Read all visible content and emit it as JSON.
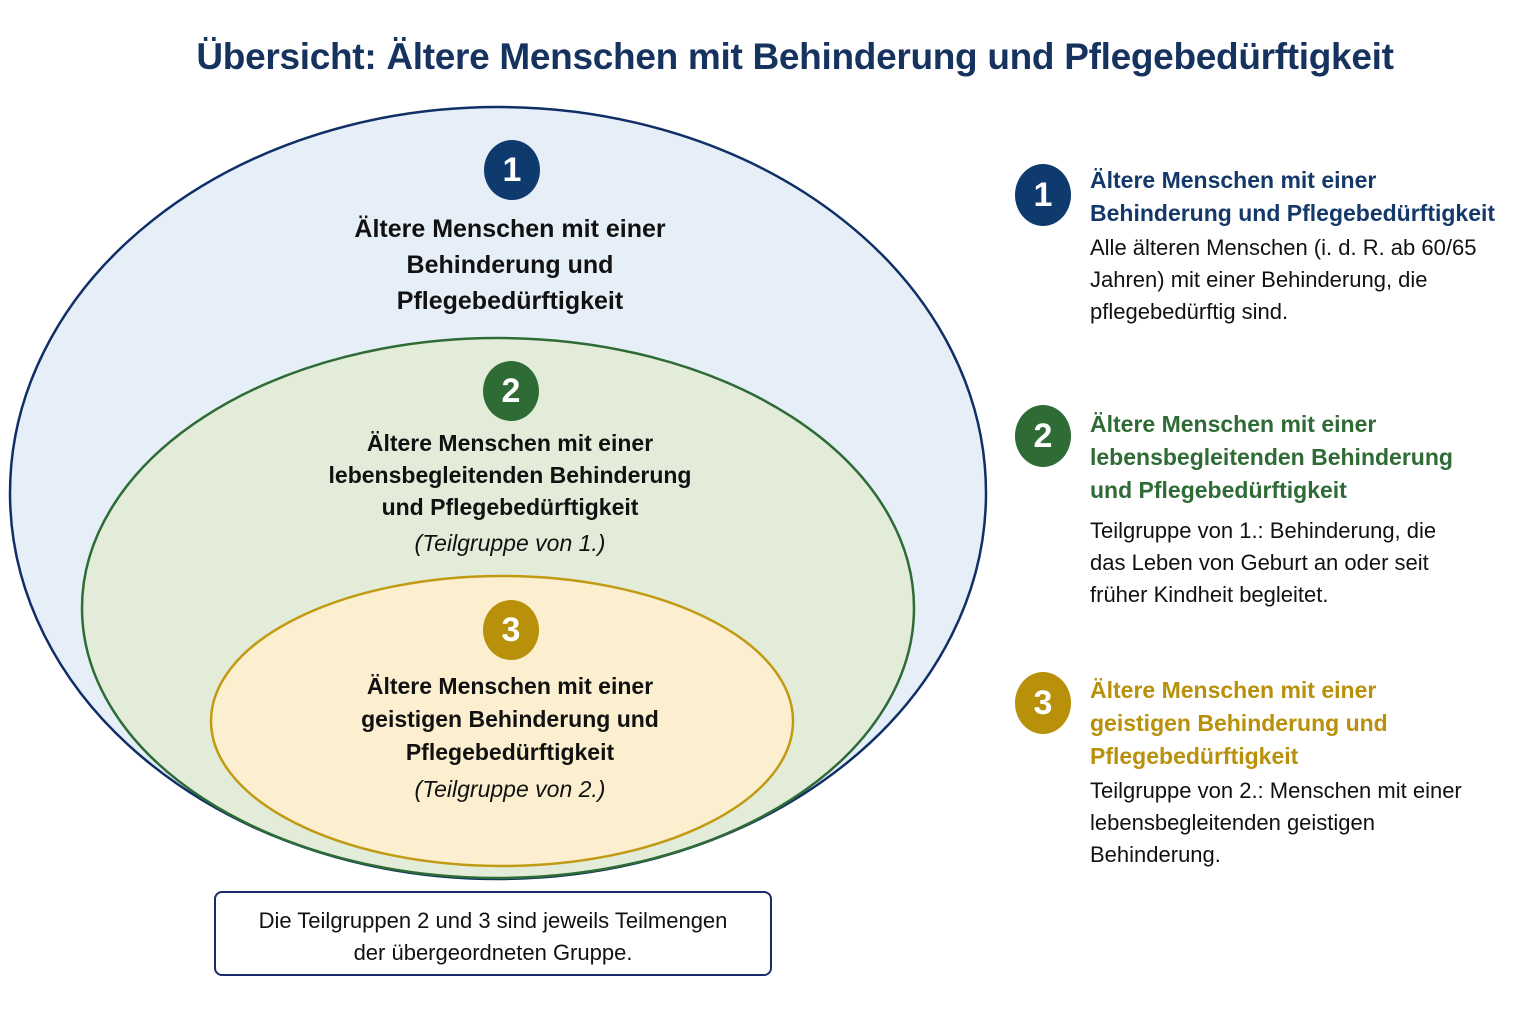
{
  "title": "Übersicht: Ältere Menschen mit Behinderung und Pflegebedürftigkeit",
  "colors": {
    "blue": "#0f3a6e",
    "green": "#2e6b35",
    "gold": "#b8900a",
    "blue_fill": "#e6eef8",
    "green_fill": "#e2ecd9",
    "gold_fill": "#fbefcf"
  },
  "groups": [
    {
      "number": "1",
      "title_lines": [
        "Ältere Menschen mit einer",
        "Behinderung und",
        "Pflegebedürftigkeit"
      ],
      "legend_title_lines": [
        "Ältere Menschen mit einer",
        "Behinderung und Pflegebedürftigkeit"
      ],
      "legend_desc_lines": [
        "Alle älteren Menschen (i. d. R. ab 60/65",
        "Jahren) mit einer Behinderung, die",
        "pflegebedürftig sind."
      ]
    },
    {
      "number": "2",
      "title_lines": [
        "Ältere Menschen mit einer",
        "lebensbegleitenden Behinderung",
        "und Pflegebedürftigkeit"
      ],
      "subset": "(Teilgruppe von 1.)",
      "legend_title_lines": [
        "Ältere Menschen mit einer",
        "lebensbegleitenden Behinderung",
        "und Pflegebedürftigkeit"
      ],
      "legend_desc_lines": [
        "Teilgruppe von 1.: Behinderung, die",
        "das Leben von Geburt an oder seit",
        "früher Kindheit begleitet."
      ]
    },
    {
      "number": "3",
      "title_lines": [
        "Ältere Menschen mit einer",
        "geistigen Behinderung und",
        "Pflegebedürftigkeit"
      ],
      "subset": "(Teilgruppe von 2.)",
      "legend_title_lines": [
        "Ältere Menschen mit einer",
        "geistigen Behinderung und",
        "Pflegebedürftigkeit"
      ],
      "legend_desc_lines": [
        "Teilgruppe von 2.: Menschen mit einer",
        "lebensbegleitenden geistigen",
        "Behinderung."
      ]
    }
  ],
  "note_lines": [
    "Die Teilgruppen 2 und 3 sind jeweils Teilmengen",
    "der übergeordneten Gruppe."
  ]
}
